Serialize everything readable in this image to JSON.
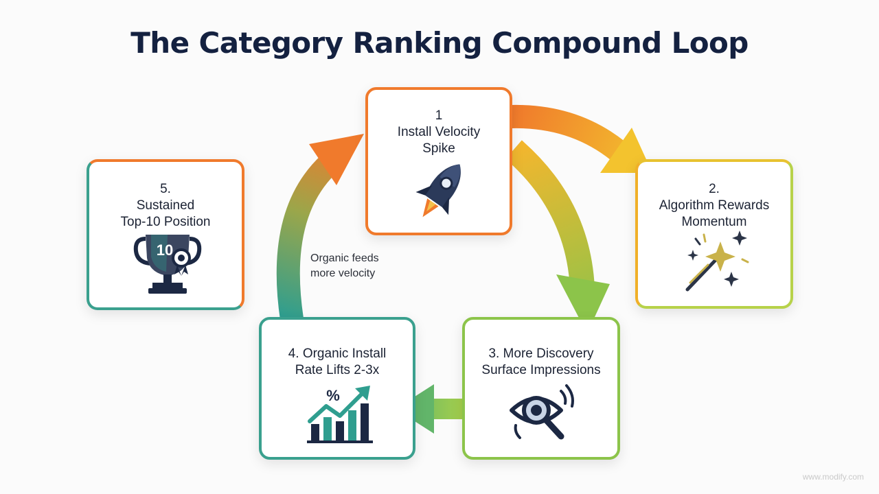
{
  "title": "The Category Ranking Compound Loop",
  "steps": [
    {
      "label": "1\nInstall Velocity\nSpike",
      "icon": "rocket-icon",
      "color": "#f07a2c"
    },
    {
      "label": "2.\nAlgorithm Rewards\nMomentum",
      "icon": "sparkles-icon",
      "color": "#c2d54a"
    },
    {
      "label": "3. More Discovery\nSurface Impressions",
      "icon": "eye-magnifier-icon",
      "color": "#8cc44a"
    },
    {
      "label": "4. Organic Install\nRate Lifts 2-3x",
      "icon": "growth-chart-icon",
      "color": "#3aa08e"
    },
    {
      "label": "5.\nSustained\nTop-10 Position",
      "icon": "trophy-icon",
      "color": "#3aa08e"
    }
  ],
  "icons": {
    "chart_symbol": "%",
    "trophy_number": "10"
  },
  "annotation": "Organic feeds\nmore velocity",
  "watermark": "www.modify.com",
  "colors": {
    "orange": "#f07a2c",
    "yellow": "#f0c030",
    "green": "#8cc44a",
    "teal": "#2f9e8f",
    "navy": "#142140"
  }
}
